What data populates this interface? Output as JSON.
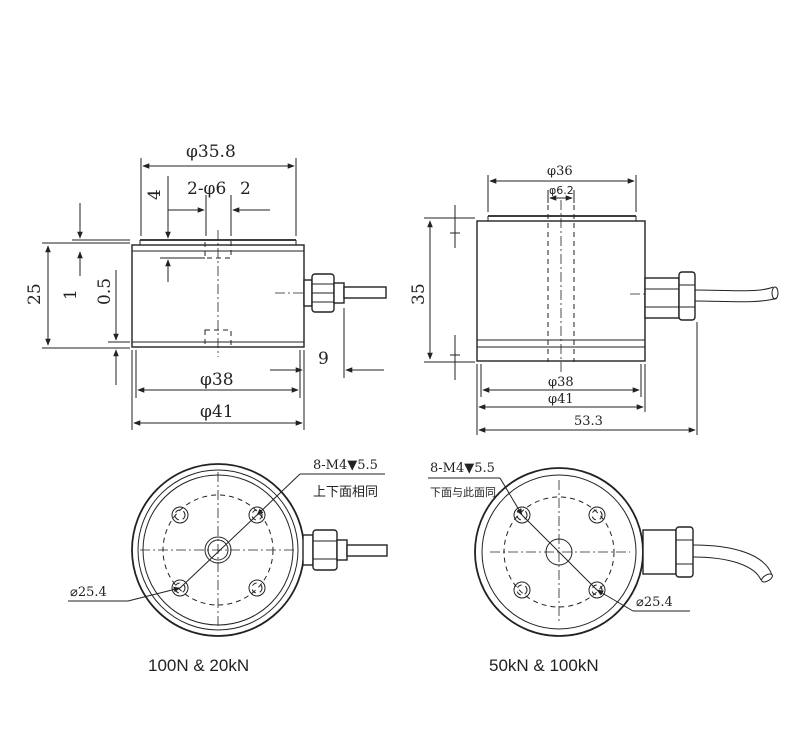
{
  "colors": {
    "line": "#222222",
    "background": "#ffffff"
  },
  "side_view_small": {
    "dia_top": "φ35.8",
    "holes": "2-φ6",
    "dim_2": "2",
    "dim_4": "4",
    "height": "25",
    "dim_1": "1",
    "dim_05": "0.5",
    "dia_38": "φ38",
    "dia_41": "φ41",
    "dim_9": "9"
  },
  "side_view_large": {
    "dia_36": "φ36",
    "dia_62": "φ6.2",
    "height": "35",
    "dia_38": "φ38",
    "dia_41": "φ41",
    "width": "53.3"
  },
  "top_view_small": {
    "thread": "8-M4▼5.5",
    "note": "上下面相同",
    "pcd": "⌀25.4",
    "caption": "100N & 20kN"
  },
  "top_view_large": {
    "thread": "8-M4▼5.5",
    "note": "下面与此面同",
    "pcd": "⌀25.4",
    "caption": "50kN & 100kN"
  }
}
